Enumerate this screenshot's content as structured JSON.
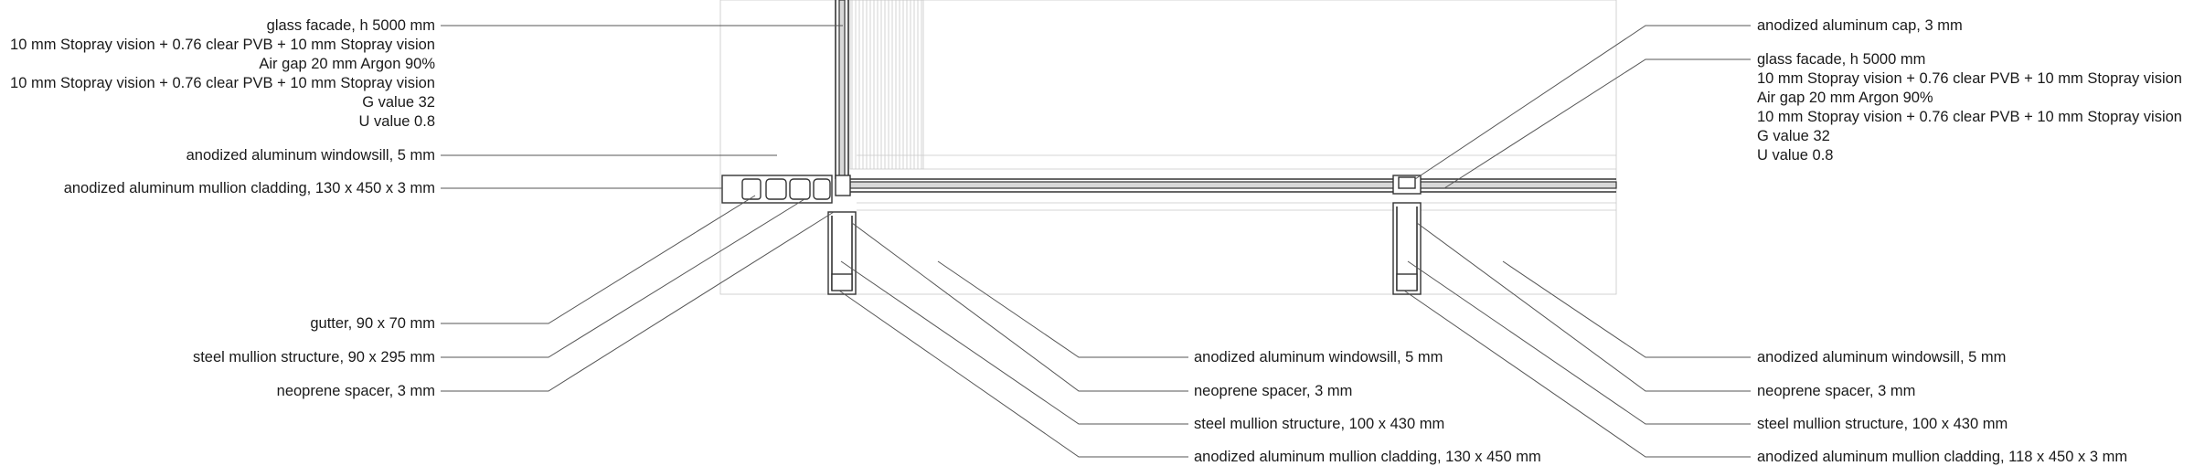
{
  "labels": {
    "left_glass": [
      "glass facade, h 5000 mm",
      "10 mm Stopray vision + 0.76 clear PVB + 10 mm Stopray vision",
      "Air gap 20 mm Argon 90%",
      "10 mm Stopray vision + 0.76 clear PVB + 10 mm Stopray vision",
      "G value 32",
      "U value 0.8"
    ],
    "left_windowsill": "anodized aluminum windowsill, 5 mm",
    "left_cladding": "anodized aluminum mullion cladding, 130 x 450 x 3 mm",
    "left_gutter": "gutter, 90 x 70 mm",
    "left_steel": "steel mullion structure, 90 x 295 mm",
    "left_spacer": "neoprene spacer, 3 mm",
    "mid_windowsill": "anodized aluminum windowsill, 5 mm",
    "mid_spacer": "neoprene spacer, 3 mm",
    "mid_steel": "steel mullion structure, 100 x 430 mm",
    "mid_cladding": "anodized aluminum mullion cladding, 130 x 450 mm",
    "right_cap": "anodized aluminum cap, 3 mm",
    "right_glass": [
      "glass facade, h 5000 mm",
      "10 mm Stopray vision + 0.76 clear PVB + 10 mm Stopray vision",
      "Air gap 20 mm Argon 90%",
      "10 mm Stopray vision + 0.76 clear PVB + 10 mm Stopray vision",
      "G value 32",
      "U value 0.8"
    ],
    "right_windowsill": "anodized aluminum windowsill, 5 mm",
    "right_spacer": "neoprene spacer, 3 mm",
    "right_steel": "steel mullion structure, 100 x 430 mm",
    "right_cladding": "anodized aluminum mullion cladding, 118 x 450 x 3 mm"
  }
}
